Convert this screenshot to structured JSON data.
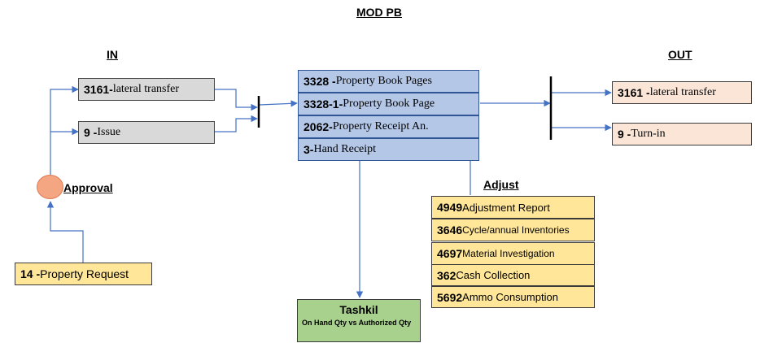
{
  "title": "MOD PB",
  "sections": {
    "in": "IN",
    "out": "OUT",
    "adjust": "Adjust",
    "approval": "Approval"
  },
  "in_items": [
    {
      "code": "3161-",
      "label": " lateral transfer"
    },
    {
      "code": "9 -",
      "label": " Issue"
    }
  ],
  "request": {
    "code": "14 -",
    "label": " Property Request"
  },
  "center_items": [
    {
      "code": "3328 -",
      "label": " Property Book Pages"
    },
    {
      "code": "3328-1-",
      "label": "Property Book Page"
    },
    {
      "code": "2062-",
      "label": " Property Receipt An."
    },
    {
      "code": "3-",
      "label": " Hand Receipt"
    }
  ],
  "out_items": [
    {
      "code": "3161 -",
      "label": " lateral transfer"
    },
    {
      "code": "9 -",
      "label": " Turn-in"
    }
  ],
  "adjust_items": [
    {
      "code": "4949",
      "label": " Adjustment Report"
    },
    {
      "code": "3646",
      "label": " Cycle/annual Inventories"
    },
    {
      "code": "4697",
      "label": " Material Investigation"
    },
    {
      "code": "362",
      "label": " Cash Collection"
    },
    {
      "code": "5692",
      "label": " Ammo Consumption"
    }
  ],
  "tashkil": {
    "title": "Tashkil",
    "subtitle": "On Hand Qty vs Authorized Qty"
  },
  "colors": {
    "connector": "#4472c4",
    "bar": "#000000",
    "approval_node": "#f4a582",
    "in_box": "#d9d9d9",
    "center_box": "#b4c7e7",
    "adjust_box": "#ffe699",
    "out_box": "#fbe5d6",
    "tashkil_box": "#a9d18e"
  }
}
